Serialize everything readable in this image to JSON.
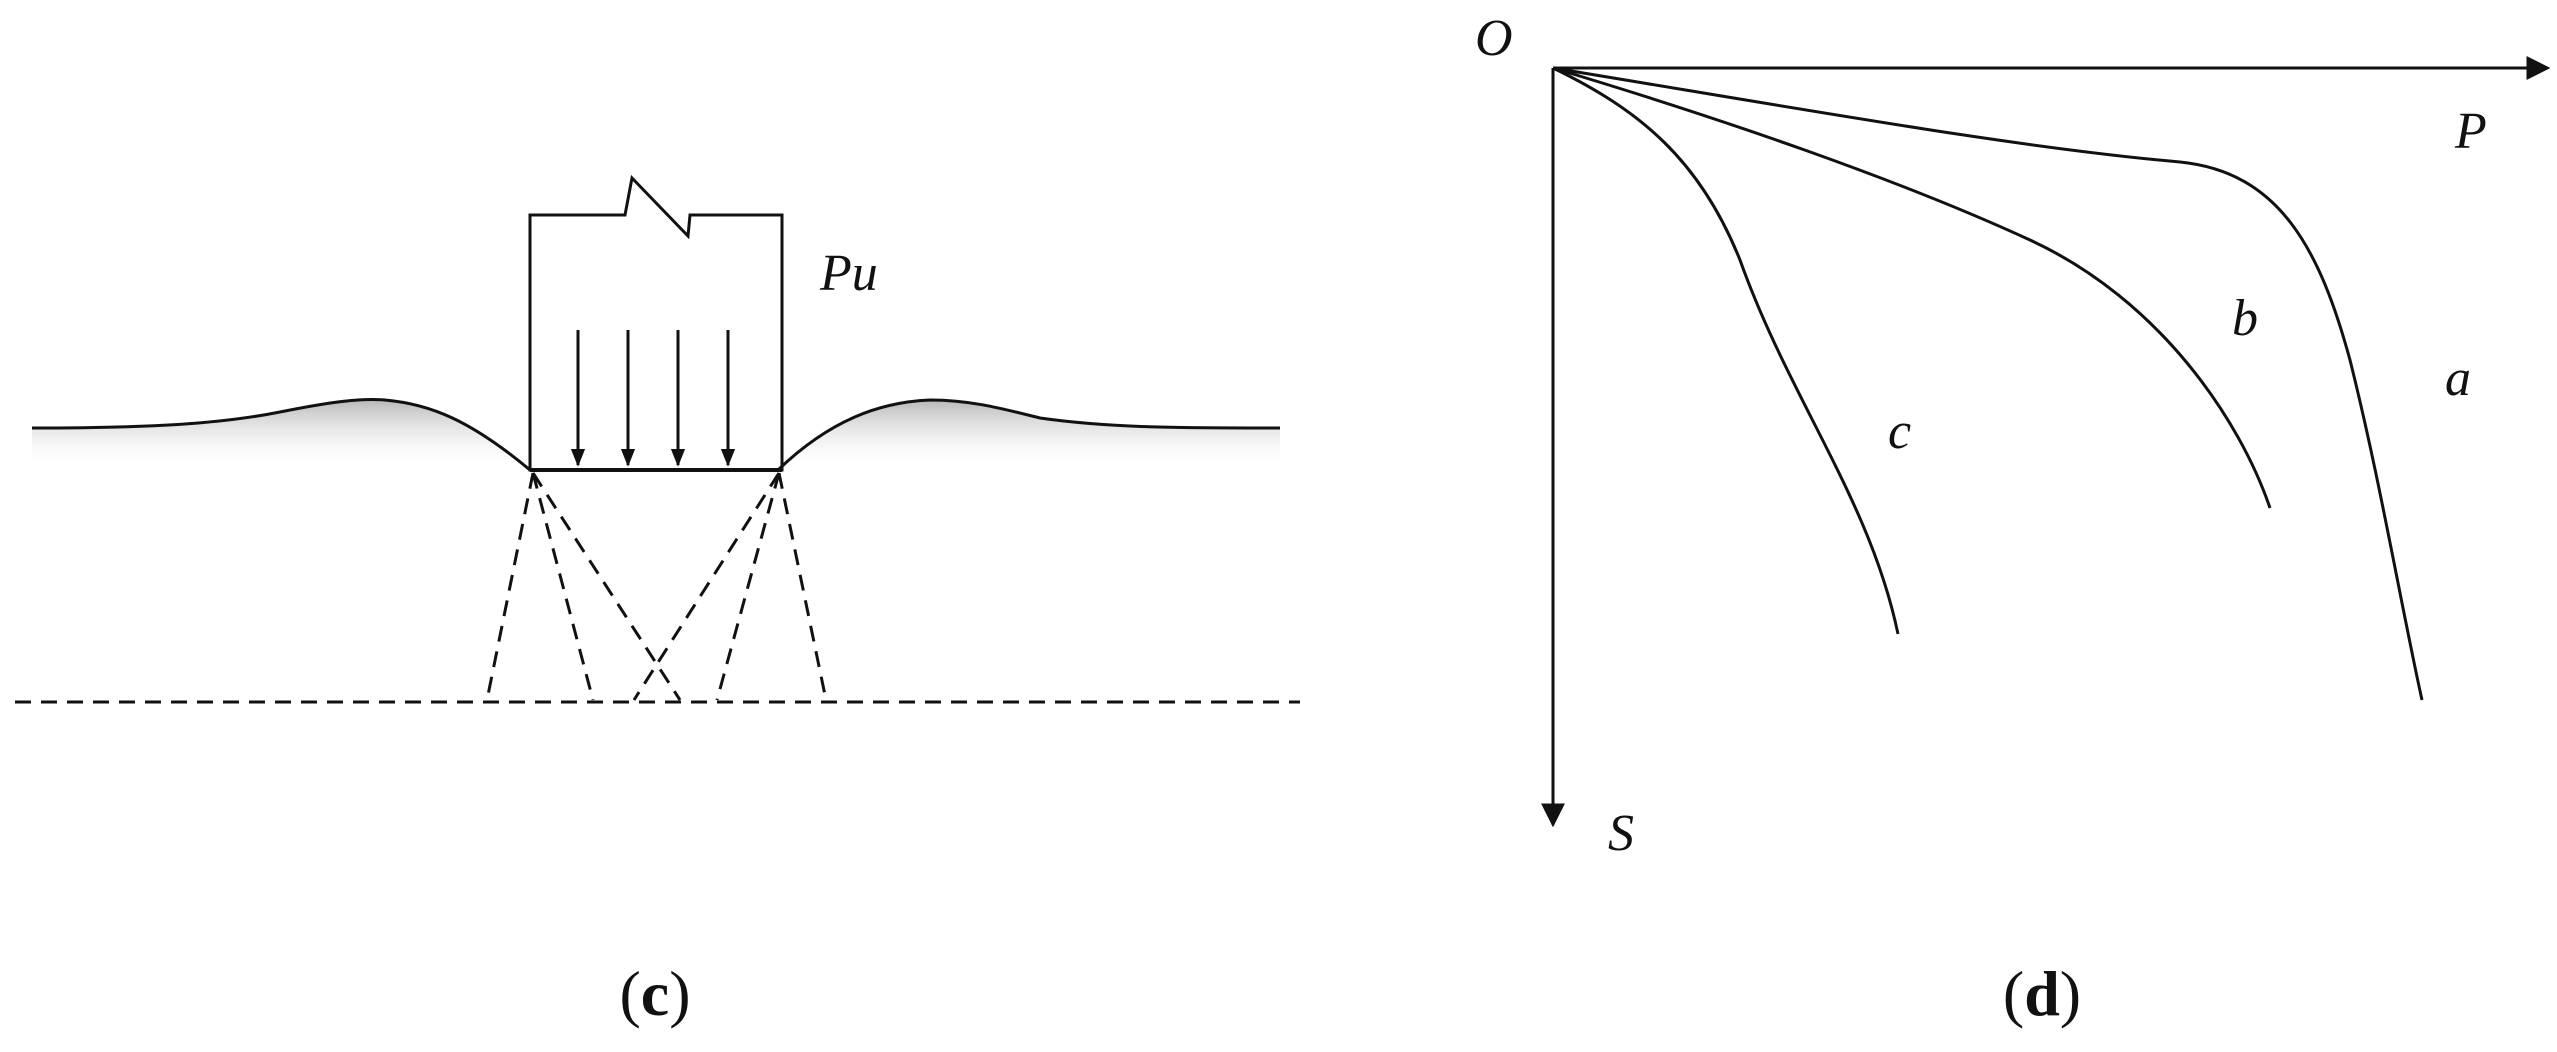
{
  "panel_c": {
    "load_label": "Pu",
    "caption": {
      "open": "(",
      "letter": "c",
      "close": ")"
    }
  },
  "panel_d": {
    "origin_label": "O",
    "x_axis_label": "P",
    "y_axis_label": "S",
    "curve_a_label": "a",
    "curve_b_label": "b",
    "curve_c_label": "c",
    "caption": {
      "open": "(",
      "letter": "d",
      "close": ")"
    }
  },
  "colors": {
    "ink": "#111111",
    "ground_shade": "#c8c8c8"
  }
}
